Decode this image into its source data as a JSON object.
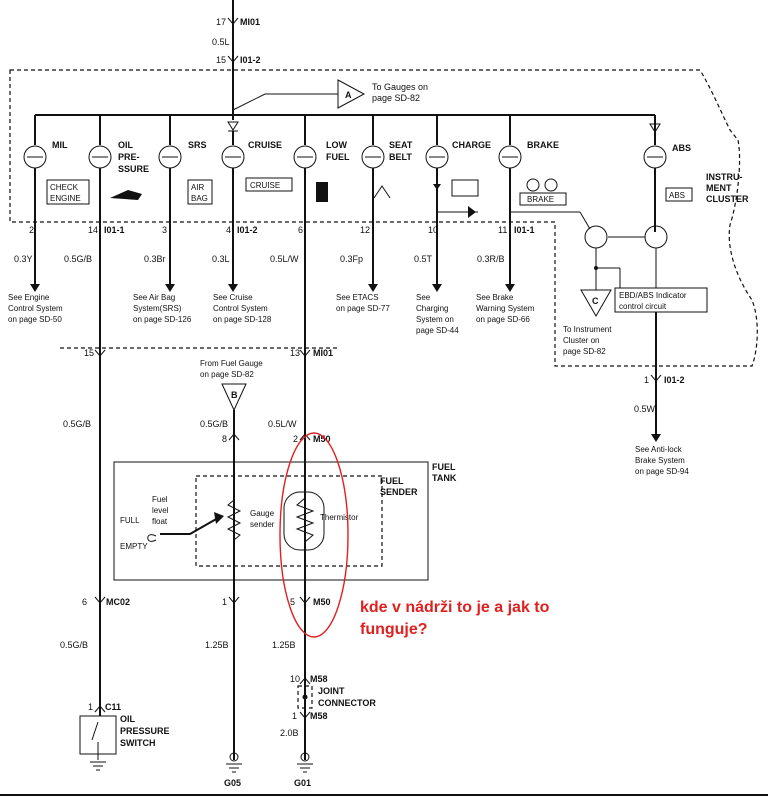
{
  "top": {
    "pin_top": "17",
    "conn_top": "MI01",
    "wire_top": "0.5L",
    "pin_2": "15",
    "conn_2": "I01-2"
  },
  "gauges_ref": {
    "letter": "A",
    "text1": "To Gauges on",
    "text2": "page SD-82"
  },
  "cluster_label": [
    "INSTRU-",
    "MENT",
    "CLUSTER"
  ],
  "lamps": [
    {
      "name": "MIL",
      "tag1": "CHECK",
      "tag2": "ENGINE",
      "pin": "2",
      "conn": "",
      "wire": "0.3Y",
      "ref": [
        "See Engine",
        "Control System",
        "on page SD-50"
      ]
    },
    {
      "name": "OIL PRE- SSURE",
      "pin": "14",
      "conn": "I01-1",
      "wire": "0.5G/B"
    },
    {
      "name": "SRS",
      "tag1": "AIR",
      "tag2": "BAG",
      "pin": "3",
      "wire": "0.3Br",
      "ref": [
        "See Air Bag",
        "System(SRS)",
        "on page SD-126"
      ]
    },
    {
      "name": "CRUISE",
      "tag1": "CRUISE",
      "pin": "4",
      "conn": "I01-2",
      "wire": "0.3L",
      "ref": [
        "See Cruise",
        "Control System",
        "on page SD-128"
      ]
    },
    {
      "name": "LOW FUEL",
      "pin": "6",
      "wire": "0.5L/W"
    },
    {
      "name": "SEAT BELT",
      "pin": "12",
      "wire": "0.3Fp",
      "ref": [
        "See ETACS",
        "on page SD-77"
      ]
    },
    {
      "name": "CHARGE",
      "pin": "10",
      "wire": "0.5T",
      "ref": [
        "See",
        "Charging",
        "System on",
        "page SD-44"
      ]
    },
    {
      "name": "BRAKE",
      "tag1": "BRAKE",
      "pin": "11",
      "conn": "I01-1",
      "wire": "0.3R/B",
      "ref": [
        "See Brake",
        "Warning System",
        "on page SD-66"
      ]
    },
    {
      "name": "ABS",
      "tag1": "ABS"
    }
  ],
  "abs_block": {
    "circuit": [
      "EBD/ABS Indicator",
      "control circuit"
    ],
    "c_letter": "C",
    "c_ref": [
      "To Instrument",
      "Cluster on",
      "page SD-82"
    ],
    "pin": "1",
    "conn": "I01-2",
    "wire": "0.5W",
    "ref": [
      "See Anti-lock",
      "Brake System",
      "on page SD-94"
    ]
  },
  "mid": {
    "oil_pin": "15",
    "fuel_pin": "13",
    "fuel_conn": "MI01",
    "b_letter": "B",
    "b_ref": [
      "From Fuel Gauge",
      "on page SD-82"
    ],
    "oil_wire": "0.5G/B",
    "gauge_wire": "0.5G/B",
    "gauge_pin": "8",
    "low_wire": "0.5L/W",
    "m50_pin": "2",
    "m50_conn": "M50"
  },
  "tank": {
    "label": [
      "FUEL",
      "TANK"
    ],
    "sender": [
      "FUEL",
      "SENDER"
    ],
    "float": [
      "Fuel",
      "level",
      "float"
    ],
    "full": "FULL",
    "empty": "EMPTY",
    "gauge": [
      "Gauge",
      "sender"
    ],
    "therm": "Thermistor"
  },
  "bottom": {
    "mc02_pin": "6",
    "mc02_conn": "MC02",
    "oil_wire2": "0.5G/B",
    "c11_pin": "1",
    "c11_conn": "C11",
    "switch": [
      "OIL",
      "PRESSURE",
      "SWITCH"
    ],
    "gnd_pin": "1",
    "gnd_wire": "1.25B",
    "m50b_pin": "5",
    "m50b_conn": "M50",
    "therm_wire": "1.25B",
    "m58_pin": "10",
    "m58_conn": "M58",
    "joint": [
      "JOINT",
      "CONNECTOR"
    ],
    "m58b_pin": "1",
    "m58b_conn": "M58",
    "wire_20": "2.0B",
    "g05": "G05",
    "g01": "G01"
  },
  "annotation": [
    "kde v nádrži to je a jak to",
    "funguje?"
  ],
  "colors": {
    "annotation": "#e02020",
    "ink": "#111111"
  }
}
